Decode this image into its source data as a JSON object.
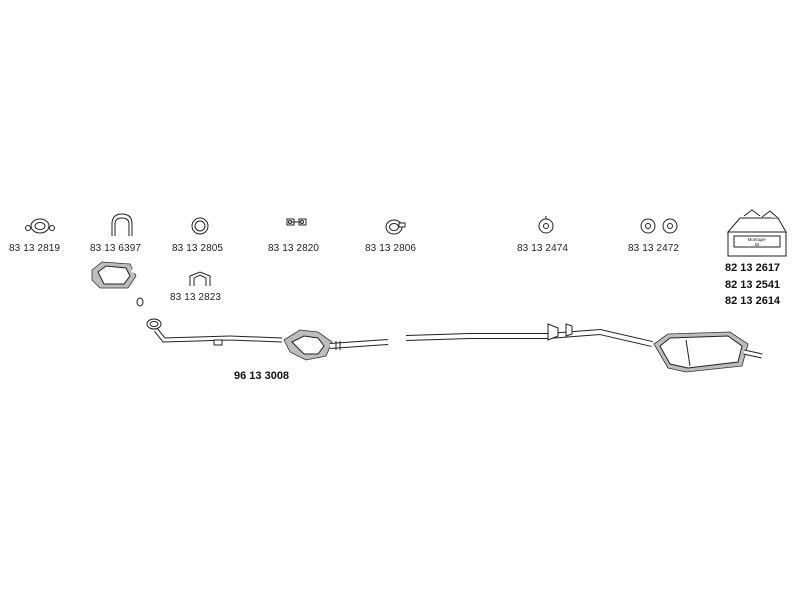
{
  "parts": {
    "ring_clamp": "83 13 2819",
    "u_bolt": "83 13 6397",
    "gasket": "83 13 2805",
    "bracket": "83 13 2820",
    "band_clamp": "83 13 2806",
    "rubber_mount": "83 13 2474",
    "double_mount": "83 13 2472",
    "clamp_small": "83 13 2823",
    "front_pipe_catalyst": "96 13 3008",
    "kit": [
      "82 13 2617",
      "82 13 2541",
      "82 13 2614"
    ]
  },
  "kit_box_text": [
    "Montage-",
    "kit"
  ],
  "colors": {
    "line": "#222222",
    "shade": "#bdbdbd"
  }
}
